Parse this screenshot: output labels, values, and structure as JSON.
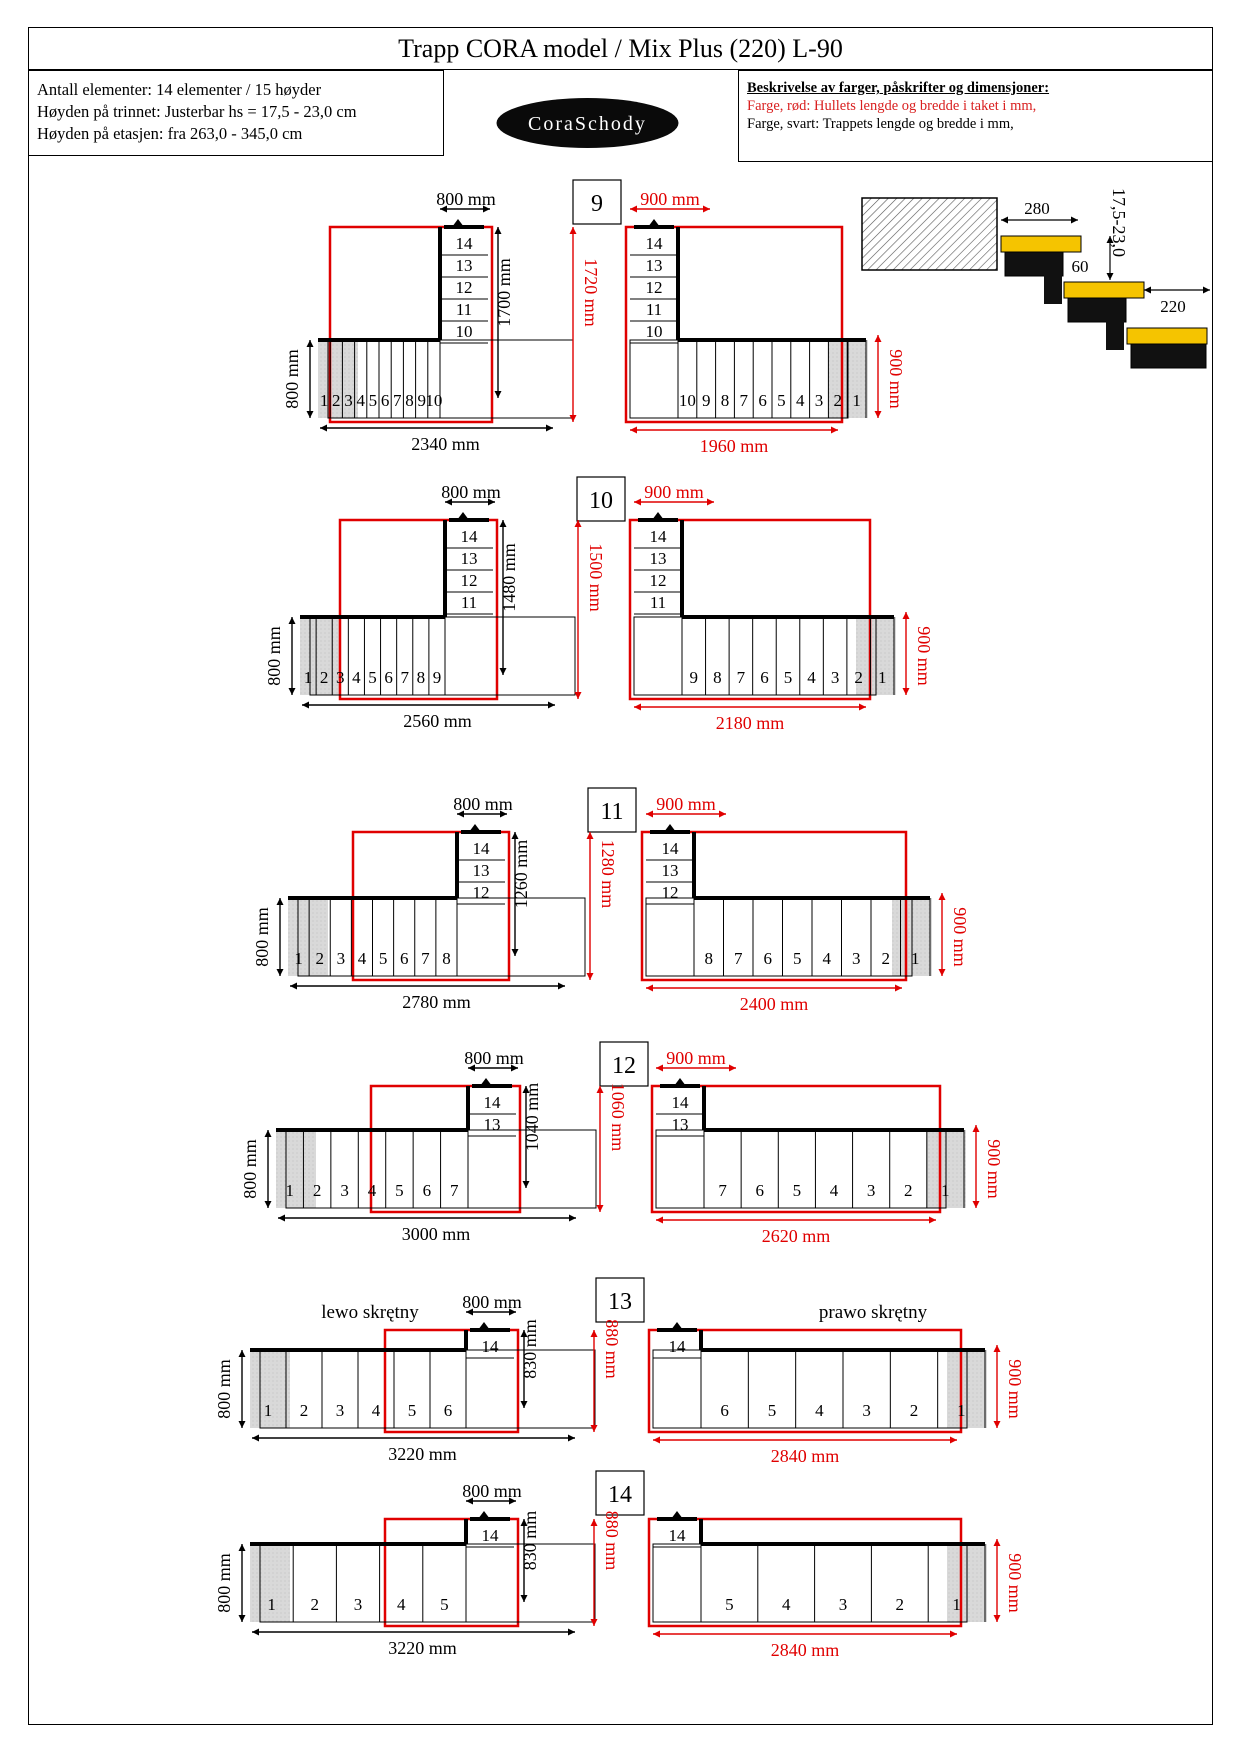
{
  "header": {
    "title": "Trapp CORA model / Mix Plus (220) L-90",
    "info_lines": [
      "Antall elementer: 14 elementer / 15 høyder",
      "Høyden på trinnet: Justerbar hs = 17,5 - 23,0 cm",
      "Høyden på etasjen: fra 263,0 - 345,0 cm"
    ],
    "logo_text": "CoraSchody"
  },
  "legend": {
    "title": "Beskrivelse av farger, påskrifter og dimensjoner:",
    "red_line": "Farge, rød: Hullets lengde og bredde i taket i mm,",
    "black_line": "Farge, svart: Trappets lengde og bredde i mm,"
  },
  "step_detail": {
    "tread_depth": "280",
    "nosing": "60",
    "run": "220",
    "rise": "17,5-23,0"
  },
  "labels": {
    "left_turn": "lewo skrętny",
    "right_turn": "prawo skrętny"
  },
  "colors": {
    "hole": "#e00000",
    "stair": "#000000",
    "wall": "#d9d9d9",
    "tread_yellow": "#f5c400"
  },
  "variants": [
    {
      "label": "9",
      "top_width_left": "800 mm",
      "top_width_right": "900 mm",
      "left_height": "1700 mm",
      "hole_height": "1720 mm",
      "left_width": "2340 mm",
      "right_width": "1960 mm",
      "depth_left": "800 mm",
      "depth_right": "900 mm"
    },
    {
      "label": "10",
      "top_width_left": "800 mm",
      "top_width_right": "900 mm",
      "left_height": "1480 mm",
      "hole_height": "1500 mm",
      "left_width": "2560 mm",
      "right_width": "2180 mm",
      "depth_left": "800 mm",
      "depth_right": "900 mm"
    },
    {
      "label": "11",
      "top_width_left": "800 mm",
      "top_width_right": "900 mm",
      "left_height": "1260 mm",
      "hole_height": "1280 mm",
      "left_width": "2780 mm",
      "right_width": "2400 mm",
      "depth_left": "800 mm",
      "depth_right": "900 mm"
    },
    {
      "label": "12",
      "top_width_left": "800 mm",
      "top_width_right": "900 mm",
      "left_height": "1040 mm",
      "hole_height": "1060 mm",
      "left_width": "3000 mm",
      "right_width": "2620 mm",
      "depth_left": "800 mm",
      "depth_right": "900 mm"
    },
    {
      "label": "13",
      "top_width_left": "800 mm",
      "top_width_right": "",
      "left_height": "830 mm",
      "hole_height": "880 mm",
      "left_width": "3220 mm",
      "right_width": "2840 mm",
      "depth_left": "800 mm",
      "depth_right": "900 mm"
    },
    {
      "label": "14",
      "top_width_left": "800 mm",
      "top_width_right": "",
      "left_height": "830 mm",
      "hole_height": "880 mm",
      "left_width": "3220 mm",
      "right_width": "2840 mm",
      "depth_left": "800 mm",
      "depth_right": "900 mm"
    }
  ]
}
